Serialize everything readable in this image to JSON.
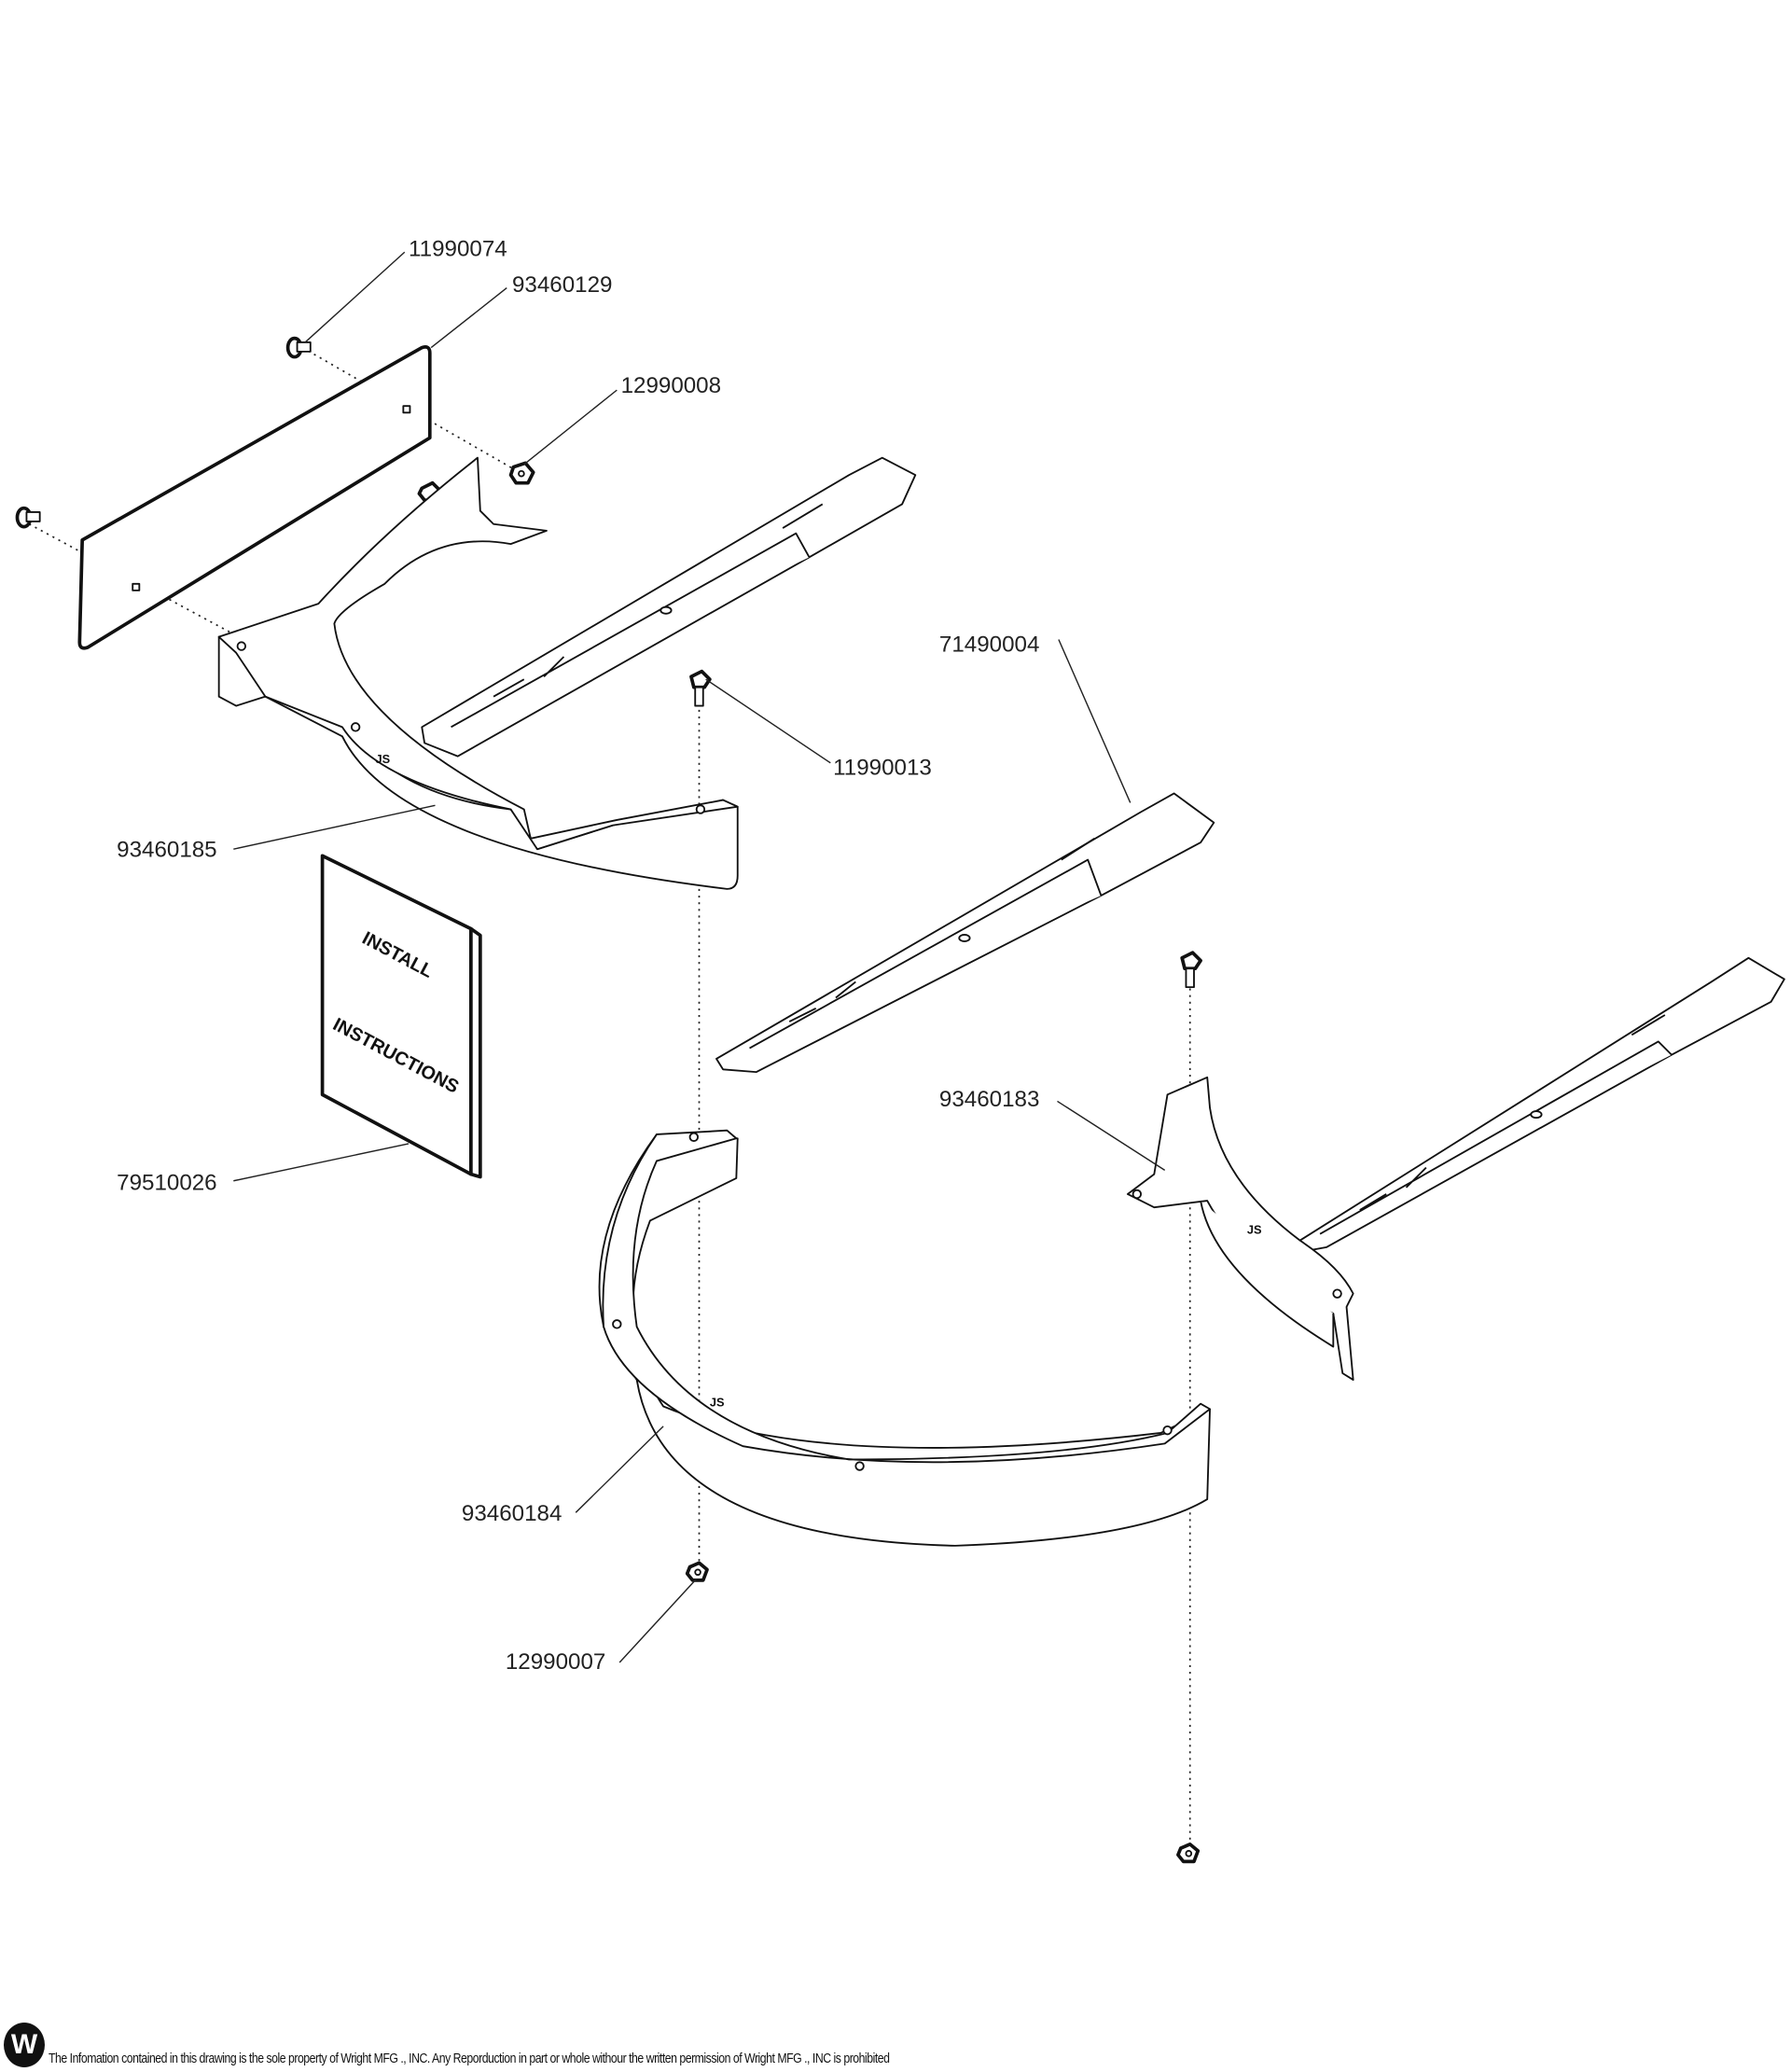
{
  "callouts": [
    {
      "part": "11990074"
    },
    {
      "part": "93460129"
    },
    {
      "part": "12990008"
    },
    {
      "part": "71490004"
    },
    {
      "part": "11990013"
    },
    {
      "part": "93460185"
    },
    {
      "part": "79510026"
    },
    {
      "part": "93460183"
    },
    {
      "part": "93460184"
    },
    {
      "part": "12990007"
    }
  ],
  "book": {
    "line1": "INSTALL",
    "line2": "INSTRUCTIONS"
  },
  "deflector_marking": "JS",
  "footer": {
    "logo_letter": "W",
    "notice": "The Infomation contained in this drawing is the sole property of Wright MFG ., INC. Any Reporduction in part or whole withour the written permission of Wright MFG ., INC is prohibited"
  }
}
